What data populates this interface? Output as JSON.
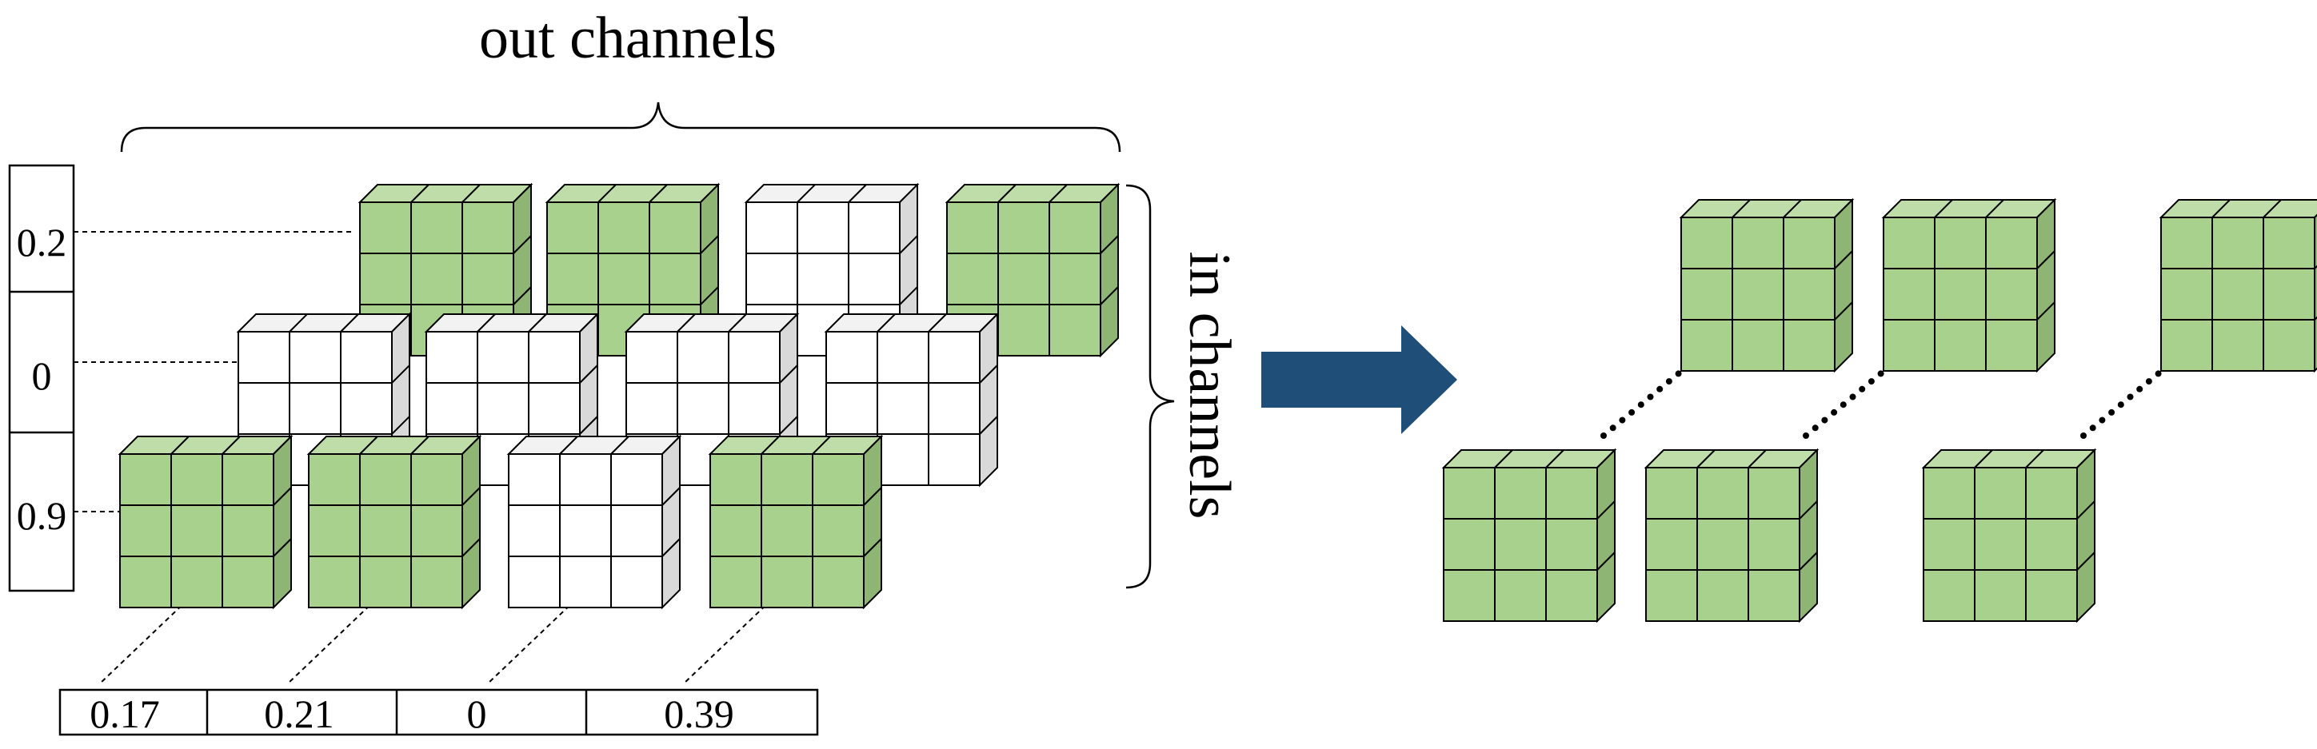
{
  "labels": {
    "out_channels": "out channels",
    "in_channels": "in channels"
  },
  "row_scale_values": [
    "0.2",
    "0",
    "0.9"
  ],
  "column_scale_values": [
    "0.17",
    "0.21",
    "0",
    "0.39"
  ],
  "colors": {
    "kept_front": "#a9d18e",
    "kept_side": "#8fb574",
    "kept_top": "#bedda8",
    "pruned_front": "#ffffff",
    "pruned_side": "#d9d9d9",
    "pruned_top": "#f2f2f2",
    "arrow": "#1f4e79",
    "line": "#000000"
  },
  "grid": {
    "rows": 3,
    "cols": 4,
    "kept_mask": [
      [
        true,
        true,
        false,
        true
      ],
      [
        false,
        false,
        false,
        false
      ],
      [
        true,
        true,
        false,
        true
      ]
    ]
  },
  "result": {
    "kept_pairs": 3
  },
  "icons": {
    "transition_arrow": "right-arrow-icon",
    "out_brace": "curly-brace-icon",
    "in_brace": "curly-brace-icon"
  }
}
